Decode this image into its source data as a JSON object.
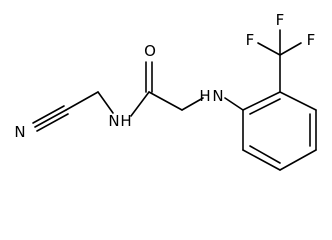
{
  "molecule": {
    "atoms": {
      "nitrile_n": "N",
      "amide_n": "N",
      "amide_h": "H",
      "amide_o": "O",
      "amine_n": "N",
      "amine_h": "H",
      "f_top_left": "F",
      "f_top_right": "F",
      "f_right": "F"
    }
  }
}
